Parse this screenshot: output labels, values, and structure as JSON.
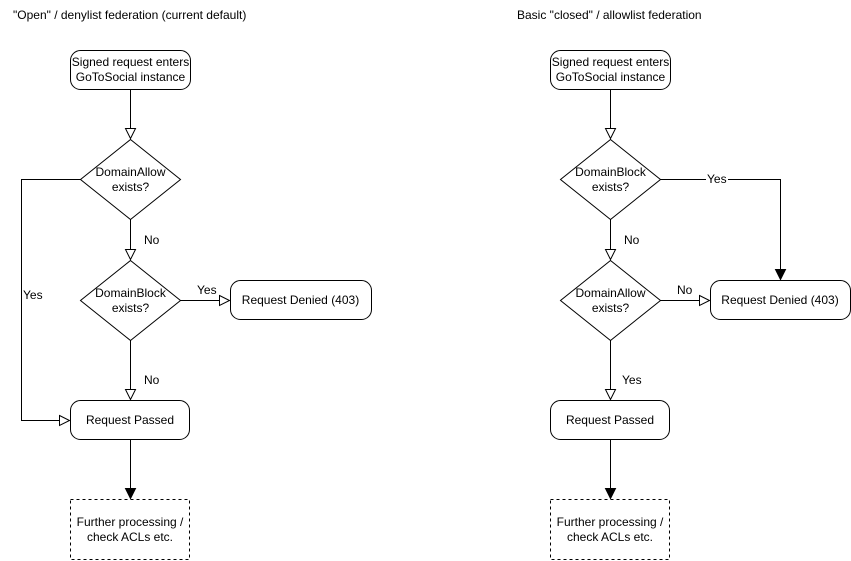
{
  "colors": {
    "stroke": "#000000",
    "fill": "#ffffff",
    "text": "#000000"
  },
  "left": {
    "title": "\"Open\" / denylist federation (current default)",
    "nodes": {
      "start": "Signed request enters\nGoToSocial instance",
      "decision1": "DomainAllow\nexists?",
      "decision2": "DomainBlock\nexists?",
      "denied": "Request Denied (403)",
      "passed": "Request Passed",
      "further": "Further processing /\ncheck ACLs etc."
    },
    "labels": {
      "decision1_yes": "Yes",
      "decision1_no": "No",
      "decision2_yes": "Yes",
      "decision2_no": "No"
    }
  },
  "right": {
    "title": "Basic \"closed\" / allowlist federation",
    "nodes": {
      "start": "Signed request enters\nGoToSocial instance",
      "decision1": "DomainBlock\nexists?",
      "decision2": "DomainAllow\nexists?",
      "denied": "Request Denied (403)",
      "passed": "Request Passed",
      "further": "Further processing /\ncheck ACLs etc."
    },
    "labels": {
      "decision1_yes": "Yes",
      "decision1_no": "No",
      "decision2_yes": "Yes",
      "decision2_no": "No"
    }
  }
}
